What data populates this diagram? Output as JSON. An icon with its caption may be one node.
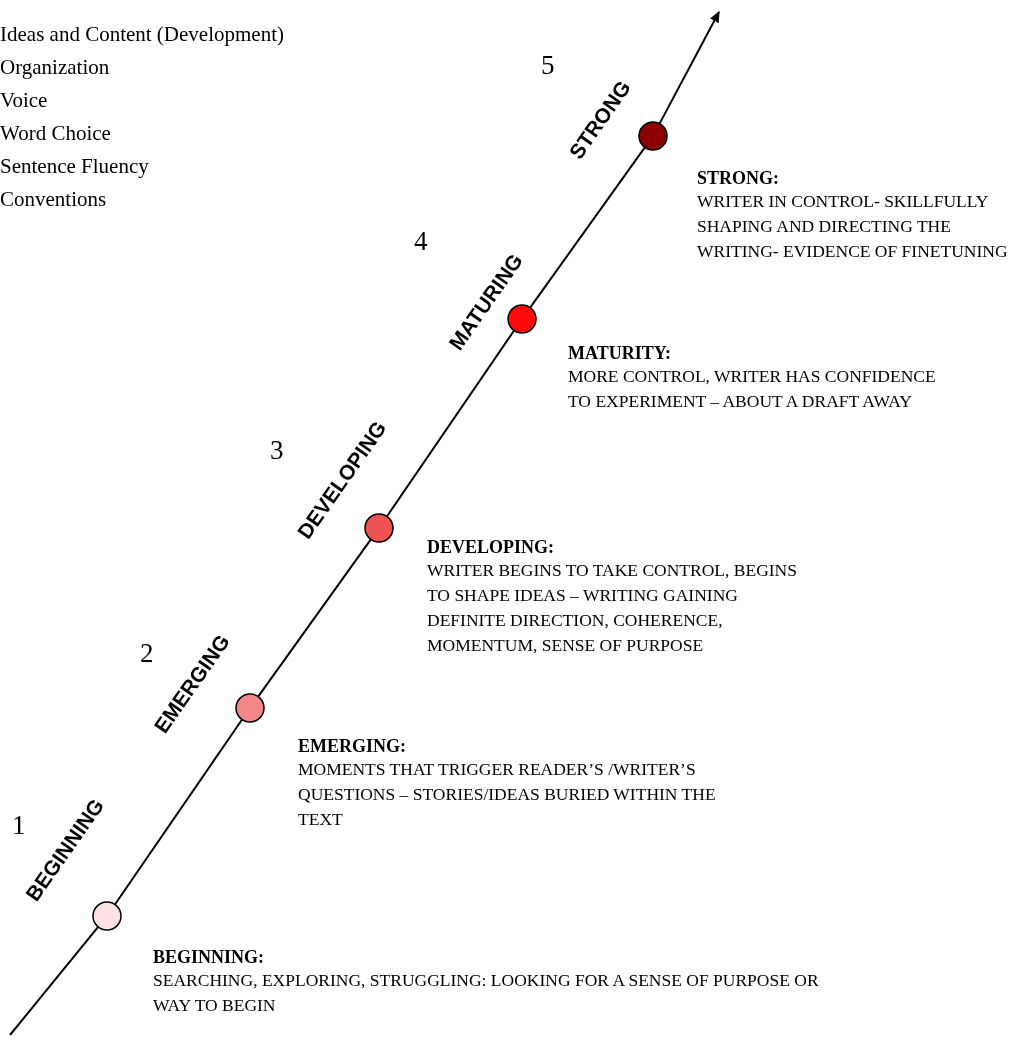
{
  "diagram": {
    "nodes": [
      {
        "text": [],
        "shape": "circle",
        "beside": [
          "BEGINNING",
          "1",
          "BEGINNING:",
          "SEARCHING, EXPLORING, STRUGGLING: LOOKING FOR A SENSE OF PURPOSE OR WAY TO BEGIN"
        ]
      },
      {
        "text": [],
        "shape": "circle",
        "beside": [
          "EMERGING",
          "2",
          "EMERGING:",
          "MOMENTS THAT TRIGGER READER’S /WRITER’S QUESTIONS – STORIES/IDEAS BURIED WITHIN THE TEXT"
        ]
      },
      {
        "text": [],
        "shape": "circle",
        "beside": [
          "DEVELOPING",
          "3",
          "DEVELOPING:",
          "WRITER BEGINS TO TAKE CONTROL, BEGINS TO SHAPE IDEAS – WRITING GAINING DEFINITE DIRECTION, COHERENCE, MOMENTUM, SENSE OF PURPOSE"
        ]
      },
      {
        "text": [],
        "shape": "circle",
        "beside": [
          "MATURING",
          "4",
          "MATURITY:",
          "MORE CONTROL, WRITER HAS CONFIDENCE TO EXPERIMENT – ABOUT A DRAFT AWAY"
        ]
      },
      {
        "text": [],
        "shape": "circle",
        "beside": [
          "STRONG",
          "5",
          "STRONG:",
          "WRITER IN CONTROL- SKILLFULLY SHAPING AND DIRECTING THE WRITING- EVIDENCE OF FINETUNING"
        ]
      }
    ],
    "edges": [
      {
        "from": null,
        "to": 0,
        "arrow": "none"
      },
      {
        "from": 0,
        "to": 1,
        "arrow": "none"
      },
      {
        "from": 1,
        "to": 2,
        "arrow": "none"
      },
      {
        "from": 2,
        "to": 3,
        "arrow": "none"
      },
      {
        "from": 3,
        "to": 4,
        "arrow": "none"
      },
      {
        "from": 4,
        "to": null,
        "arrow": "to"
      }
    ],
    "labels": [
      "Ideas and Content (Development)",
      "Organization",
      "Voice",
      "Word Choice",
      "Sentence Fluency",
      "Conventions"
    ]
  }
}
